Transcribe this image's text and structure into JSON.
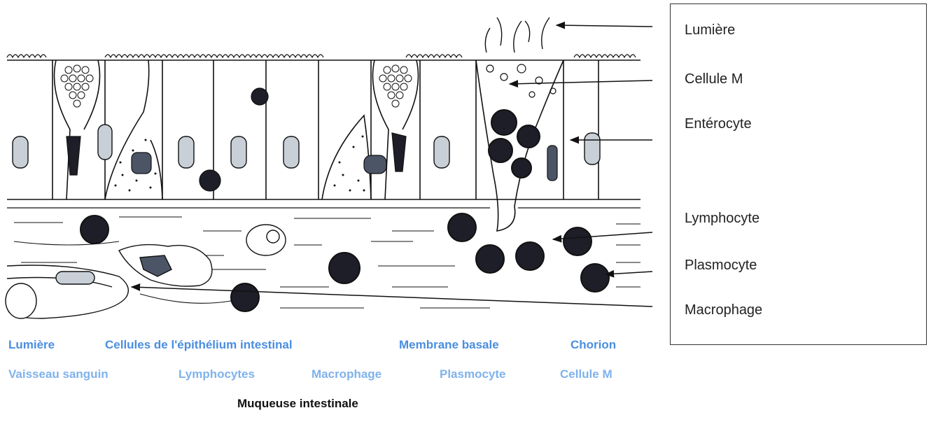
{
  "legend": {
    "items": [
      "Lumière",
      "Cellule M",
      "Entérocyte",
      "Lymphocyte",
      "Plasmocyte",
      "Macrophage"
    ]
  },
  "captions": {
    "row1": [
      "Lumière",
      "Cellules de l'épithélium intestinal",
      "Membrane basale",
      "Chorion"
    ],
    "row2": [
      "Vaisseau sanguin",
      "Lymphocytes",
      "Macrophage",
      "Plasmocyte",
      "Cellule M"
    ]
  },
  "title": "Muqueuse intestinale",
  "colors": {
    "caption_row1": "#4a8ee0",
    "caption_row2": "#7fb2ec",
    "cell_dark": "#1e1e28",
    "nucleus_light": "#c9cfd6",
    "nucleus_mid": "#4b5566"
  }
}
